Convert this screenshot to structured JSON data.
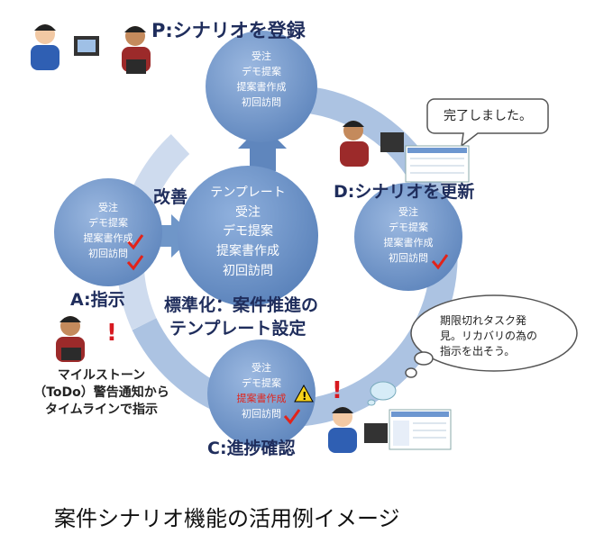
{
  "title_p": "P:シナリオを登録",
  "title_d": "D:シナリオを更新",
  "title_a": "A:指示",
  "title_c": "C:進捗確認",
  "kaizen": "改善",
  "standard": {
    "line1": "標準化：案件推進の",
    "line2": "テンプレート設定"
  },
  "circle_p": [
    "受注",
    "デモ提案",
    "提案書作成",
    "初回訪問"
  ],
  "circle_center": [
    "テンプレート",
    "受注",
    "デモ提案",
    "提案書作成",
    "初回訪問"
  ],
  "circle_a": [
    "受注",
    "デモ提案",
    "提案書作成",
    "初回訪問"
  ],
  "circle_d": [
    "受注",
    "デモ提案",
    "提案書作成",
    "初回訪問"
  ],
  "circle_c": [
    "受注",
    "デモ提案",
    "提案書作成",
    "初回訪問"
  ],
  "speech_done": "完了しました。",
  "thought": {
    "line1": "期限切れタスク発",
    "line2": "見。リカバリの為の",
    "line3": "指示を出そう。"
  },
  "milestone": {
    "line1": "マイルストーン",
    "line2": "（ToDo）警告通知から",
    "line3": "タイムラインで指示"
  },
  "caption": "案件シナリオ機能の活用例イメージ",
  "colors": {
    "circle": "#6f96c8",
    "ring": "#8eaedc",
    "title": "#1f2d5c",
    "check": "#e2231a",
    "alert": "#d71920"
  }
}
